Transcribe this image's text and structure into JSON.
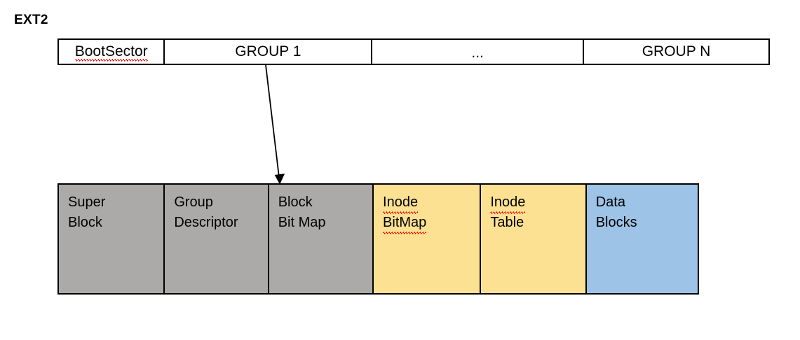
{
  "title": "EXT2",
  "colors": {
    "gray": "#ACAAA9",
    "yellow": "#FCE193",
    "blue": "#9DC3E6",
    "white": "#FFFFFF",
    "border": "#000000",
    "spellcheck_underline": "#FF0000"
  },
  "disk_layout": {
    "name": "disk-layout-row",
    "cells": [
      {
        "label": "BootSector",
        "fill": "#FFFFFF",
        "spellchecked": true
      },
      {
        "label": "GROUP 1",
        "fill": "#FFFFFF",
        "spellchecked": false
      },
      {
        "label": "...",
        "fill": "#FFFFFF",
        "spellchecked": false
      },
      {
        "label": "GROUP N",
        "fill": "#FFFFFF",
        "spellchecked": false
      }
    ]
  },
  "connector": {
    "name": "group1-expansion-arrow",
    "from": "GROUP 1",
    "to": "Block Bit Map",
    "style": "solid-line-filled-arrowhead",
    "color": "#000000"
  },
  "block_group_layout": {
    "name": "block-group-row",
    "cells": [
      {
        "line1": "Super",
        "line2": "Block",
        "fill": "#ACAAA9",
        "spell1": false,
        "spell2": false
      },
      {
        "line1": "Group",
        "line2": "Descriptor",
        "fill": "#ACAAA9",
        "spell1": false,
        "spell2": false
      },
      {
        "line1": "Block",
        "line2": "Bit Map",
        "fill": "#ACAAA9",
        "spell1": false,
        "spell2": false
      },
      {
        "line1": "Inode",
        "line2": "BitMap",
        "fill": "#FCE193",
        "spell1": true,
        "spell2": true
      },
      {
        "line1": "Inode",
        "line2": "Table",
        "fill": "#FCE193",
        "spell1": true,
        "spell2": false
      },
      {
        "line1": "Data",
        "line2": "Blocks",
        "fill": "#9DC3E6",
        "spell1": false,
        "spell2": false
      }
    ]
  }
}
